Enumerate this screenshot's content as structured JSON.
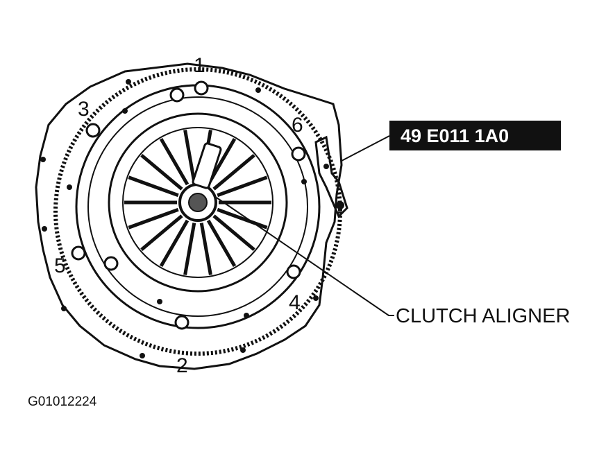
{
  "diagram": {
    "bolt_sequence": [
      "1",
      "2",
      "3",
      "4",
      "5",
      "6"
    ],
    "tool_number": "49 E011 1A0",
    "callout_label": "CLUTCH ALIGNER",
    "figure_id": "G01012224"
  }
}
